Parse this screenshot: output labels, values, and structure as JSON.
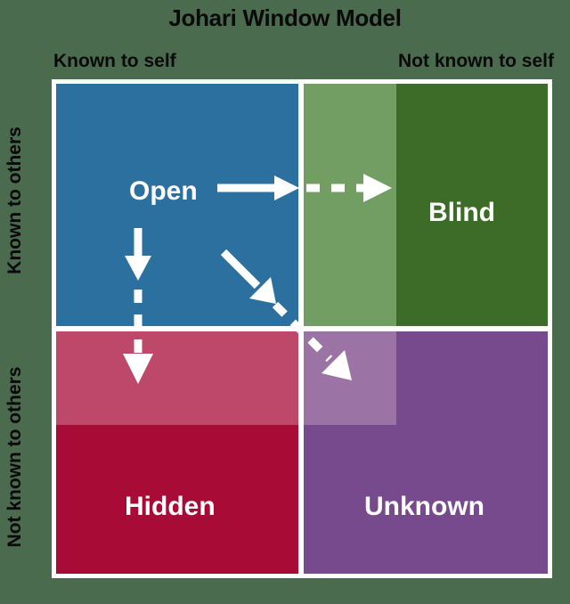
{
  "title": "Johari Window Model",
  "axis": {
    "columns": [
      {
        "id": "known-to-self",
        "label": "Known to self"
      },
      {
        "id": "not-known-to-self",
        "label": "Not known to self"
      }
    ],
    "rows": [
      {
        "id": "known-to-others",
        "label": "Known to others"
      },
      {
        "id": "not-known-to-others",
        "label": "Not known to others"
      }
    ]
  },
  "quadrants": [
    {
      "id": "open",
      "label": "Open",
      "row": "known-to-others",
      "column": "known-to-self",
      "color": "#2c70a0",
      "light_color": "#2c70a0"
    },
    {
      "id": "blind",
      "label": "Blind",
      "row": "known-to-others",
      "column": "not-known-to-self",
      "color": "#3d6b28",
      "light_color": "#739e63"
    },
    {
      "id": "hidden",
      "label": "Hidden",
      "row": "not-known-to-others",
      "column": "known-to-self",
      "color": "#a80c36",
      "light_color": "#bd4869"
    },
    {
      "id": "unknown",
      "label": "Unknown",
      "row": "not-known-to-others",
      "column": "not-known-to-self",
      "color": "#764a8c",
      "light_color": "#9b74a5"
    }
  ],
  "arrows": [
    {
      "id": "open-to-blind",
      "direction": "right",
      "description": "Open area expands rightward into Blind"
    },
    {
      "id": "open-to-hidden",
      "direction": "down",
      "description": "Open area expands downward into Hidden"
    },
    {
      "id": "open-to-unknown",
      "direction": "diagonal-down-right",
      "description": "Open area expands diagonally into Unknown"
    }
  ],
  "colors": {
    "background": "#4b6b4e",
    "frame": "#ffffff",
    "text_dark": "#0a0a0a",
    "text_light": "#ffffff"
  }
}
